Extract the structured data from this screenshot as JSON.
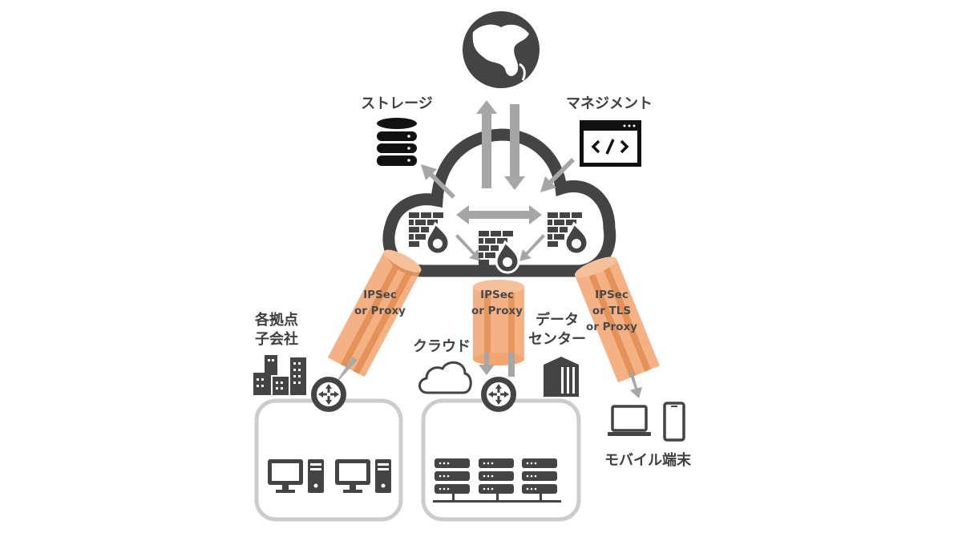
{
  "labels": {
    "storage": "ストレージ",
    "management": "マネジメント",
    "branch_line1": "各拠点",
    "branch_line2": "子会社",
    "cloud": "クラウド",
    "datacenter_line1": "データ",
    "datacenter_line2": "センター",
    "mobile": "モバイル端末"
  },
  "tunnels": {
    "branch": [
      "IPSec",
      "or Proxy"
    ],
    "cloud_dc": [
      "IPSec",
      "or Proxy"
    ],
    "mobile": [
      "IPSec",
      "or TLS",
      "or Proxy"
    ]
  },
  "colors": {
    "icon": "#444444",
    "arrow": "#a6a6a6",
    "tunnel": "#f2a56f",
    "tunnel_stripe": "#e08a50",
    "box_border": "#cccccc"
  }
}
